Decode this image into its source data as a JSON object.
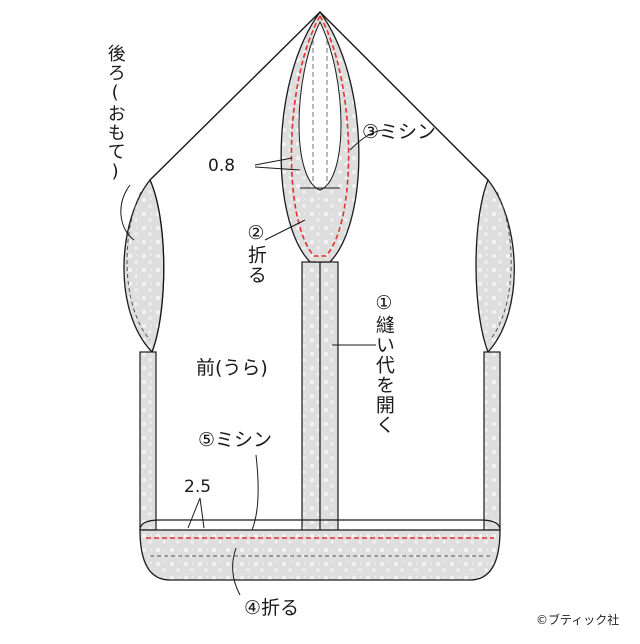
{
  "labels": {
    "back_side": "後ろ(おもて)",
    "stitch_3": "③ミシン",
    "width_08": "0.8",
    "fold_2": "②折る",
    "open_seam_1": "①縫い代を開く",
    "front_side": "前(うら)",
    "stitch_5": "⑤ミシン",
    "width_25": "2.5",
    "fold_4": "④折る"
  },
  "credit": "©ブティック社",
  "colors": {
    "line": "#1a1a1a",
    "stitch": "#e0322c",
    "fabric": "#dcdcdc",
    "background": "#ffffff"
  }
}
